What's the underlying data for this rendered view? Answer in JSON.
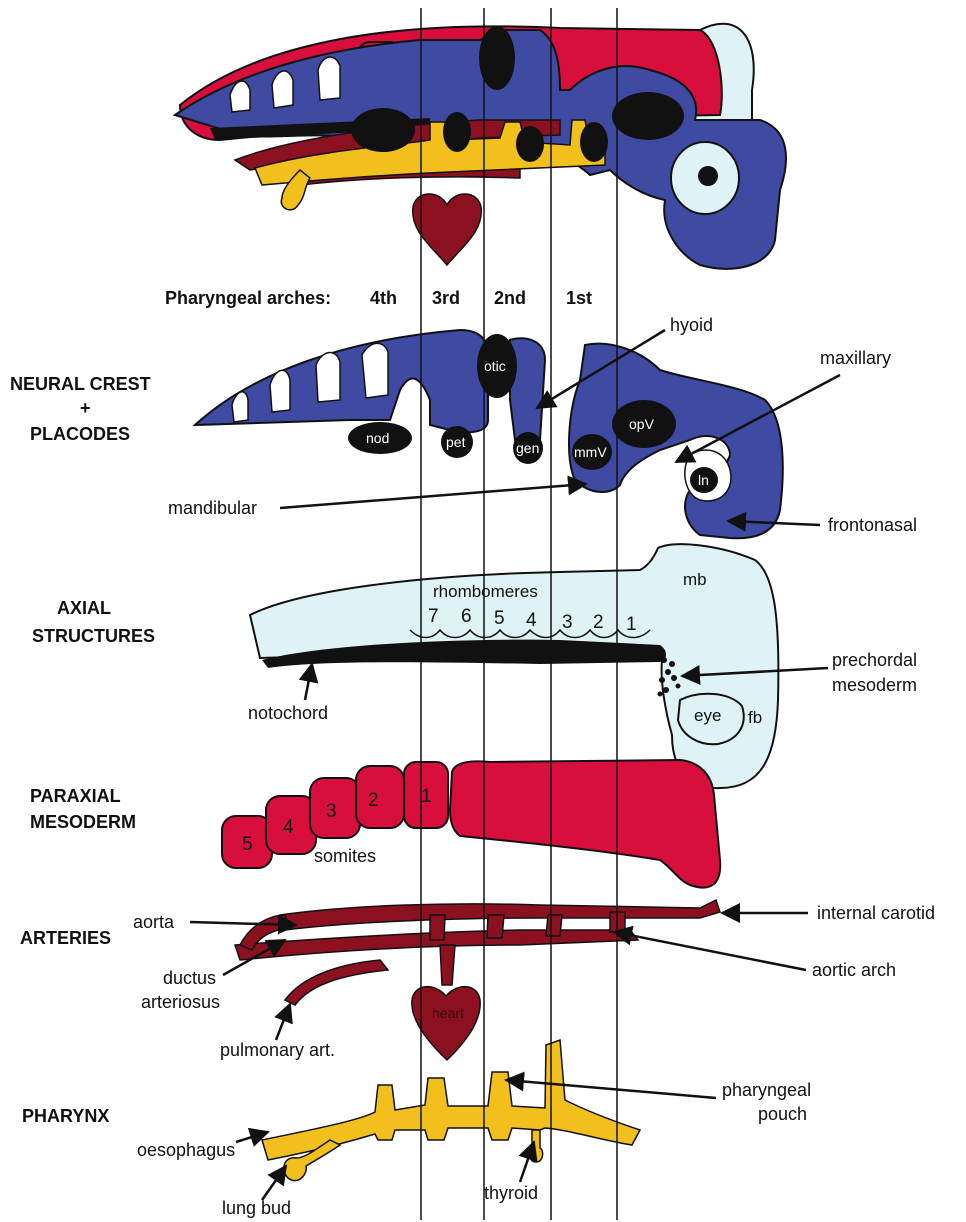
{
  "arch_header": {
    "prefix": "Pharyngeal arches:",
    "fourth": "4th",
    "third": "3rd",
    "second": "2nd",
    "first": "1st"
  },
  "sections": {
    "neural_crest": {
      "line1": "NEURAL CREST",
      "line2": "+",
      "line3": "PLACODES"
    },
    "axial": {
      "line1": "AXIAL",
      "line2": "STRUCTURES"
    },
    "paraxial": {
      "line1": "PARAXIAL",
      "line2": "MESODERM"
    },
    "arteries": {
      "line1": "ARTERIES"
    },
    "pharynx": {
      "line1": "PHARYNX"
    }
  },
  "neural_crest_labels": {
    "hyoid": "hyoid",
    "maxillary": "maxillary",
    "mandibular": "mandibular",
    "frontonasal": "frontonasal",
    "otic": "otic",
    "nod": "nod",
    "pet": "pet",
    "gen": "gen",
    "mmV": "mmV",
    "opV": "opV",
    "ln": "ln"
  },
  "axial_labels": {
    "rhombomeres": "rhombomeres",
    "mb": "mb",
    "fb": "fb",
    "eye": "eye",
    "notochord": "notochord",
    "prechordal_line1": "prechordal",
    "prechordal_line2": "mesoderm",
    "rhombomere_numbers": [
      "7",
      "6",
      "5",
      "4",
      "3",
      "2",
      "1"
    ]
  },
  "paraxial_labels": {
    "somites": "somites",
    "somite_numbers": [
      "5",
      "4",
      "3",
      "2",
      "1"
    ]
  },
  "artery_labels": {
    "aorta": "aorta",
    "internal_carotid": "internal carotid",
    "aortic_arch": "aortic arch",
    "ductus_line1": "ductus",
    "ductus_line2": "arteriosus",
    "pulmonary": "pulmonary art.",
    "heart": "heart"
  },
  "pharynx_labels": {
    "pouch_line1": "pharyngeal",
    "pouch_line2": "pouch",
    "oesophagus": "oesophagus",
    "thyroid": "thyroid",
    "lung_bud": "lung bud"
  },
  "colors": {
    "neural_crest_blue": "#3f4ba3",
    "mesoderm_red": "#d80f3c",
    "artery_maroon": "#8b1020",
    "endoderm_yellow": "#f2c01c",
    "axial_lightblue": "#dff2f6",
    "placode_black": "#111111"
  }
}
